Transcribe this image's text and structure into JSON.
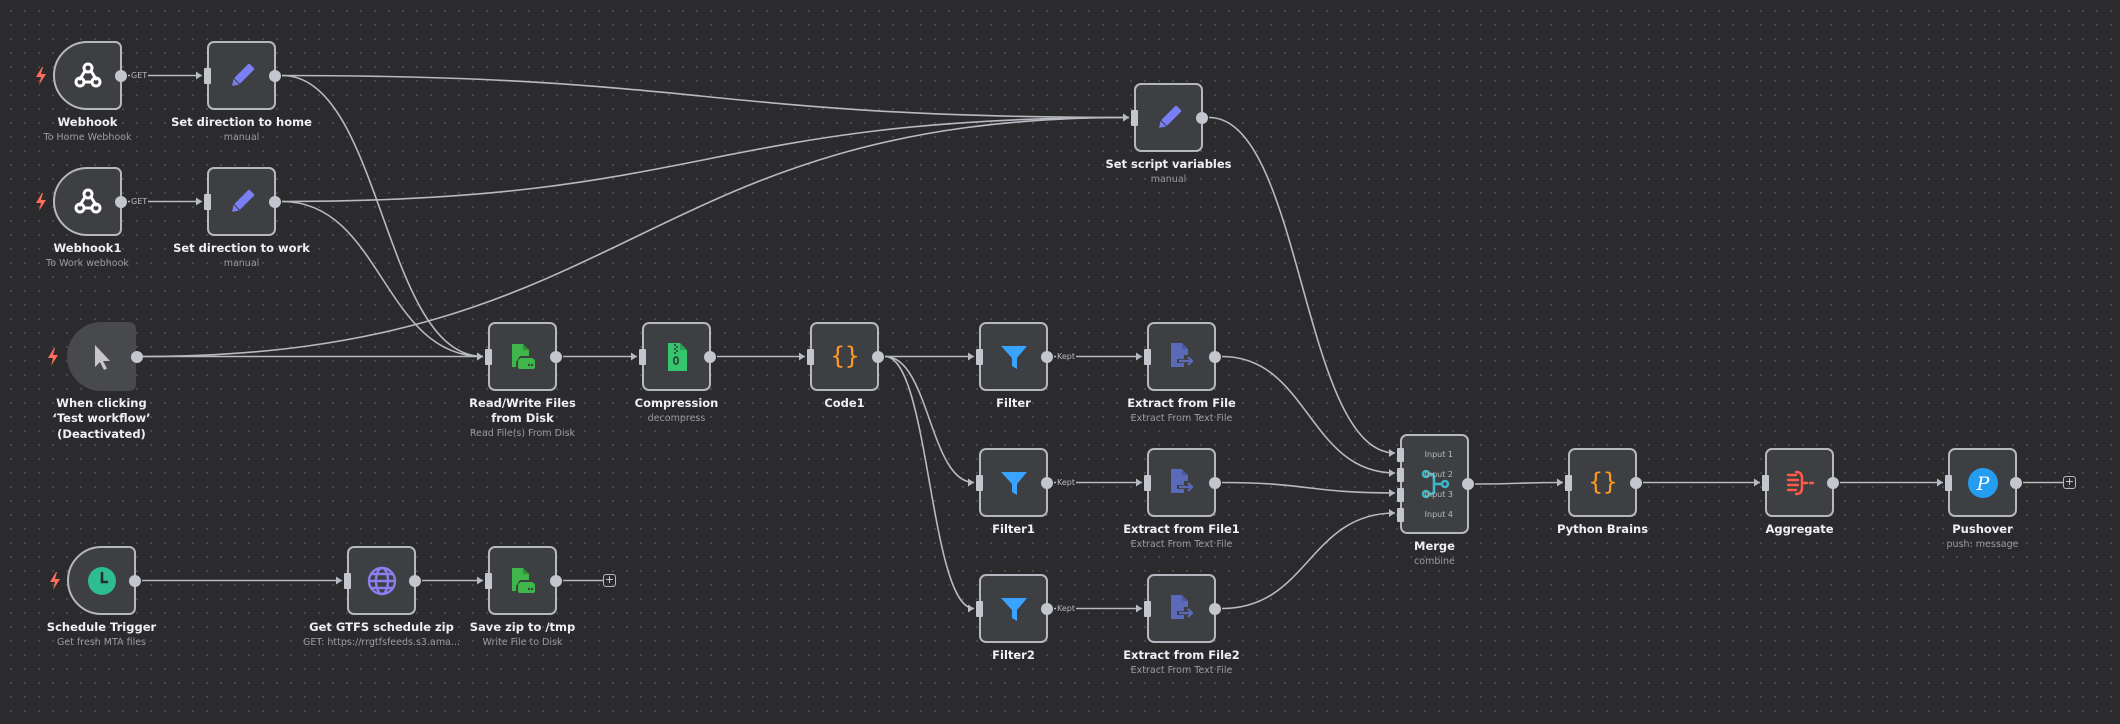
{
  "canvas": {
    "background": "#2b2b2d",
    "node_background": "#3e3f42",
    "edge_color": "#b8bac2",
    "trigger_bolt_color": "#ff6d5a"
  },
  "nodes": [
    {
      "id": "webhook",
      "title": "Webhook",
      "subtitle": "To Home Webhook",
      "icon": "webhook-icon",
      "kind": "trigger",
      "output_label": "GET"
    },
    {
      "id": "set_home",
      "title": "Set direction to home",
      "subtitle": "manual",
      "icon": "pencil-icon",
      "kind": "action"
    },
    {
      "id": "webhook1",
      "title": "Webhook1",
      "subtitle": "To Work webhook",
      "icon": "webhook-icon",
      "kind": "trigger",
      "output_label": "GET"
    },
    {
      "id": "set_work",
      "title": "Set direction to work",
      "subtitle": "manual",
      "icon": "pencil-icon",
      "kind": "action"
    },
    {
      "id": "manual",
      "title": "When clicking ‘Test workflow’",
      "subtitle": "(Deactivated)",
      "icon": "cursor-icon",
      "kind": "trigger",
      "deactivated": true
    },
    {
      "id": "set_script",
      "title": "Set script variables",
      "subtitle": "manual",
      "icon": "pencil-icon",
      "kind": "action"
    },
    {
      "id": "rw_files",
      "title": "Read/Write Files from Disk",
      "subtitle": "Read File(s) From Disk",
      "icon": "file-disk-icon",
      "kind": "action"
    },
    {
      "id": "compression",
      "title": "Compression",
      "subtitle": "decompress",
      "icon": "zip-file-icon",
      "kind": "action"
    },
    {
      "id": "code1",
      "title": "Code1",
      "subtitle": "",
      "icon": "code-braces-icon",
      "kind": "action"
    },
    {
      "id": "filter",
      "title": "Filter",
      "subtitle": "",
      "icon": "filter-icon",
      "kind": "action",
      "output_label": "Kept"
    },
    {
      "id": "filter1",
      "title": "Filter1",
      "subtitle": "",
      "icon": "filter-icon",
      "kind": "action",
      "output_label": "Kept"
    },
    {
      "id": "filter2",
      "title": "Filter2",
      "subtitle": "",
      "icon": "filter-icon",
      "kind": "action",
      "output_label": "Kept"
    },
    {
      "id": "extract",
      "title": "Extract from File",
      "subtitle": "Extract From Text File",
      "icon": "extract-file-icon",
      "kind": "action"
    },
    {
      "id": "extract1",
      "title": "Extract from File1",
      "subtitle": "Extract From Text File",
      "icon": "extract-file-icon",
      "kind": "action"
    },
    {
      "id": "extract2",
      "title": "Extract from File2",
      "subtitle": "Extract From Text File",
      "icon": "extract-file-icon",
      "kind": "action"
    },
    {
      "id": "merge",
      "title": "Merge",
      "subtitle": "combine",
      "icon": "merge-icon",
      "kind": "action",
      "inputs": [
        "Input 1",
        "Input 2",
        "Input 3",
        "Input 4"
      ]
    },
    {
      "id": "python",
      "title": "Python Brains",
      "subtitle": "",
      "icon": "code-braces-icon",
      "kind": "action"
    },
    {
      "id": "aggregate",
      "title": "Aggregate",
      "subtitle": "",
      "icon": "aggregate-icon",
      "kind": "action"
    },
    {
      "id": "pushover",
      "title": "Pushover",
      "subtitle": "push: message",
      "icon": "pushover-icon",
      "kind": "action"
    },
    {
      "id": "schedule",
      "title": "Schedule Trigger",
      "subtitle": "Get fresh MTA files",
      "icon": "clock-icon",
      "kind": "trigger"
    },
    {
      "id": "gtfs",
      "title": "Get GTFS schedule zip",
      "subtitle": "GET: https://rrgtfsfeeds.s3.ama...",
      "icon": "globe-icon",
      "kind": "action"
    },
    {
      "id": "save_zip",
      "title": "Save zip to /tmp",
      "subtitle": "Write File to Disk",
      "icon": "file-disk-icon",
      "kind": "action"
    }
  ],
  "connections": [
    {
      "from": "webhook",
      "to": "set_home",
      "label": "GET"
    },
    {
      "from": "webhook1",
      "to": "set_work",
      "label": "GET"
    },
    {
      "from": "set_home",
      "to": "set_script"
    },
    {
      "from": "set_home",
      "to": "rw_files"
    },
    {
      "from": "set_work",
      "to": "set_script"
    },
    {
      "from": "set_work",
      "to": "rw_files"
    },
    {
      "from": "manual",
      "to": "rw_files"
    },
    {
      "from": "manual",
      "to": "set_script"
    },
    {
      "from": "rw_files",
      "to": "compression"
    },
    {
      "from": "compression",
      "to": "code1"
    },
    {
      "from": "code1",
      "to": "filter"
    },
    {
      "from": "code1",
      "to": "filter1"
    },
    {
      "from": "code1",
      "to": "filter2"
    },
    {
      "from": "filter",
      "to": "extract",
      "label": "Kept"
    },
    {
      "from": "filter1",
      "to": "extract1",
      "label": "Kept"
    },
    {
      "from": "filter2",
      "to": "extract2",
      "label": "Kept"
    },
    {
      "from": "set_script",
      "to": "merge",
      "input": "Input 1"
    },
    {
      "from": "extract",
      "to": "merge",
      "input": "Input 2"
    },
    {
      "from": "extract1",
      "to": "merge",
      "input": "Input 3"
    },
    {
      "from": "extract2",
      "to": "merge",
      "input": "Input 4"
    },
    {
      "from": "merge",
      "to": "python"
    },
    {
      "from": "python",
      "to": "aggregate"
    },
    {
      "from": "aggregate",
      "to": "pushover"
    },
    {
      "from": "schedule",
      "to": "gtfs"
    },
    {
      "from": "gtfs",
      "to": "save_zip"
    }
  ],
  "add_buttons": [
    {
      "after": "save_zip",
      "label": "+"
    },
    {
      "after": "pushover",
      "label": "+"
    }
  ]
}
